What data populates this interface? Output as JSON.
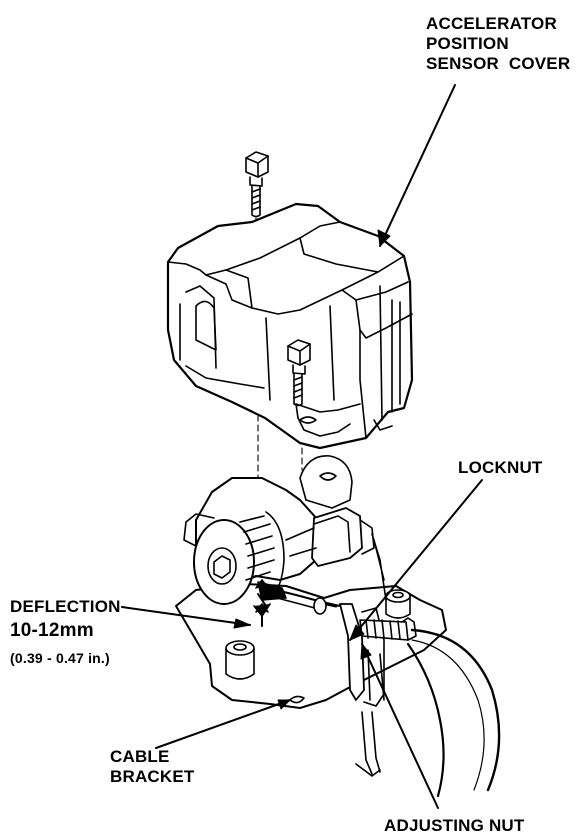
{
  "labels": {
    "cover_line1": "ACCELERATOR",
    "cover_line2": "POSITION",
    "cover_line3": "SENSOR  COVER",
    "locknut": "LOCKNUT",
    "deflection": "DEFLECTION",
    "deflection_mm": "10-12mm",
    "deflection_in": "(0.39 - 0.47 in.)",
    "cable_line1": "CABLE",
    "cable_line2": "BRACKET",
    "adjusting_nut": "ADJUSTING NUT"
  },
  "colors": {
    "line": "#000000",
    "background": "#ffffff"
  }
}
